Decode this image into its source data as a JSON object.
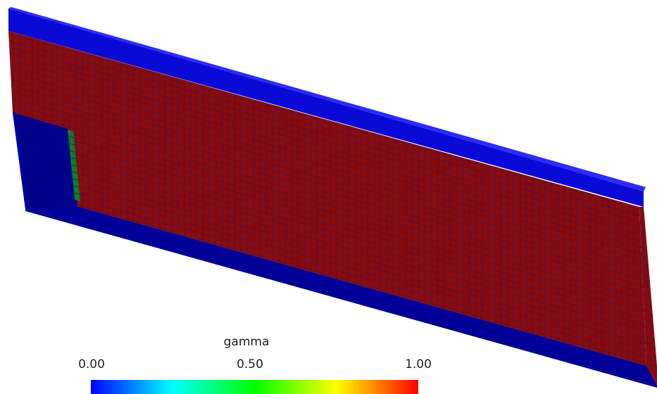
{
  "scalar_bar": {
    "title": "gamma",
    "ticks": [
      "0.00",
      "0.50",
      "1.00"
    ],
    "range": [
      0,
      1
    ],
    "colormap": [
      "#0000ff",
      "#00ffff",
      "#00ff00",
      "#ffff00",
      "#ff0000"
    ]
  },
  "colors": {
    "background": "#ffffff",
    "phase_liquid": "#8b0a0a",
    "phase_gas": "#0000cd",
    "mesh_edge": "#1a1a66",
    "interface_cells": "#0e7a30"
  }
}
